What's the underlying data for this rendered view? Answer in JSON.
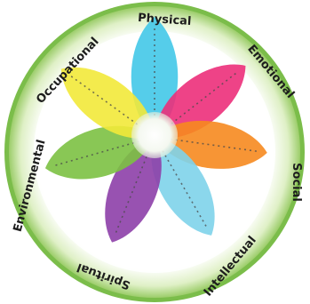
{
  "diagram": {
    "dimensions": [
      {
        "label": "Physical",
        "color": "#43c8e8"
      },
      {
        "label": "Emotional",
        "color": "#ec2f7a"
      },
      {
        "label": "Social",
        "color": "#f68a1f"
      },
      {
        "label": "Intellectual",
        "color": "#7ed3ea"
      },
      {
        "label": "Spiritual",
        "color": "#8d3fa8"
      },
      {
        "label": "Environmental",
        "color": "#7cc142"
      },
      {
        "label": "Occupational",
        "color": "#f2e93a"
      }
    ],
    "ring_color": "#c4e29b",
    "rim_color": "#7bbd4a"
  }
}
